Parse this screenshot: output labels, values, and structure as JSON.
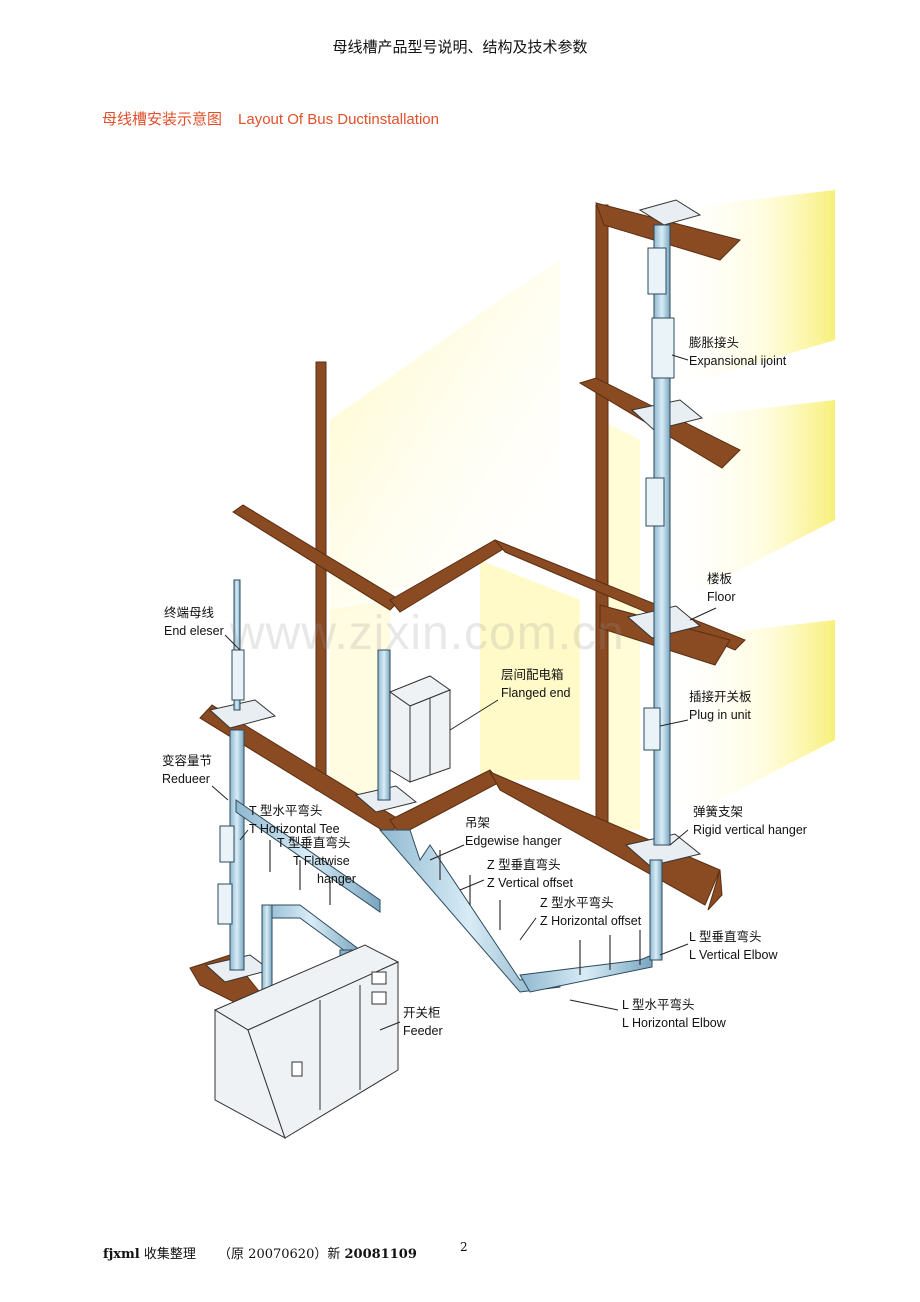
{
  "header": {
    "title": "母线槽产品型号说明、结构及技术参数"
  },
  "figure": {
    "title_cn": "母线槽安装示意图",
    "title_en": "Layout Of Bus Ductinstallation"
  },
  "labels": {
    "expansion": {
      "cn": "膨胀接头",
      "en": "Expansional ijoint"
    },
    "floor": {
      "cn": "楼板",
      "en": "Floor"
    },
    "end": {
      "cn": "终端母线",
      "en": "End eleser"
    },
    "flanged": {
      "cn": "层间配电箱",
      "en": "Flanged end"
    },
    "plugin": {
      "cn": "插接开关板",
      "en": "Plug in unit"
    },
    "reducer": {
      "cn": "变容量节",
      "en": "Redueer"
    },
    "htee": {
      "cn": "T 型水平弯头",
      "en": "T Horizontal Tee"
    },
    "tvert": {
      "cn": "T 型垂直弯头",
      "en": "T Flatwise",
      "en2": "hanger"
    },
    "edgewise": {
      "cn": "吊架",
      "en": "Edgewise hanger"
    },
    "rigid": {
      "cn": "弹簧支架",
      "en": "Rigid vertical hanger"
    },
    "zvert": {
      "cn": "Z 型垂直弯头",
      "en": "Z Vertical offset"
    },
    "zhor": {
      "cn": "Z 型水平弯头",
      "en": "Z Horizontal offset"
    },
    "lvert": {
      "cn": "L 型垂直弯头",
      "en": "L Vertical Elbow"
    },
    "feeder": {
      "cn": "开关柜",
      "en": "Feeder"
    },
    "lhor": {
      "cn": "L 型水平弯头",
      "en": "L Horizontal Elbow"
    }
  },
  "watermark": "www.zixin.com.cn",
  "footer": {
    "author": "fjxml",
    "text1": "收集整理",
    "orig": "（原 20070620）新",
    "newdate": "20081109"
  },
  "page_number": "2"
}
